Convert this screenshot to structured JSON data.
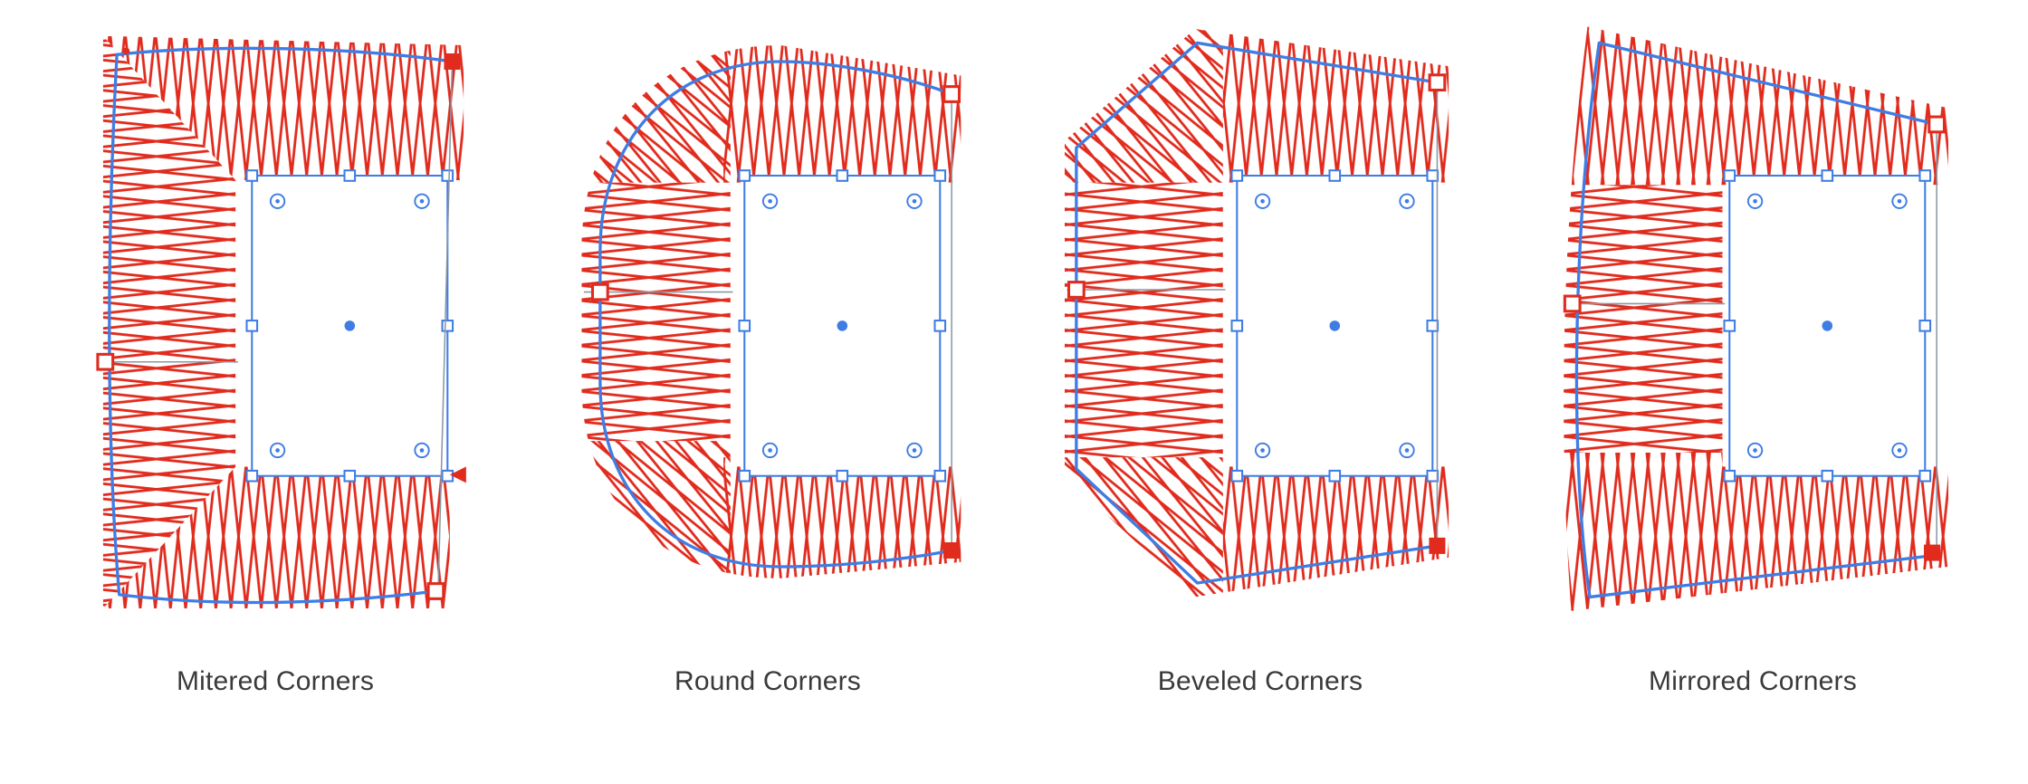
{
  "figure": {
    "panels": [
      {
        "id": "mitered",
        "label": "Mitered Corners"
      },
      {
        "id": "round",
        "label": "Round Corners"
      },
      {
        "id": "beveled",
        "label": "Beveled Corners"
      },
      {
        "id": "mirrored",
        "label": "Mirrored Corners"
      }
    ],
    "colors": {
      "brush-red": "#e02b1d",
      "path-blue": "#3f7de4",
      "caption-text": "#3a3a3a",
      "guide-gray": "#8a97a5",
      "canvas-bg": "#ffffff"
    }
  }
}
